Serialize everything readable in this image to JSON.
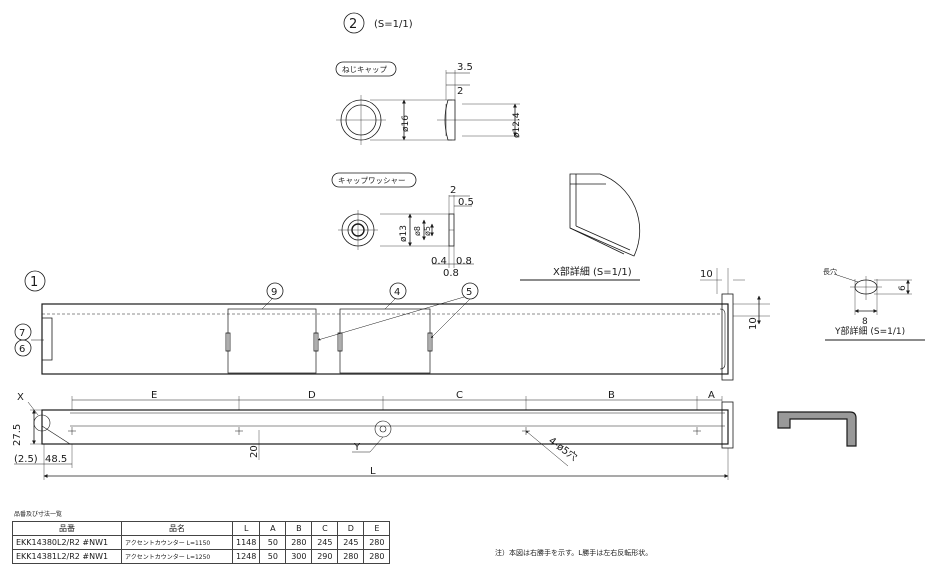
{
  "view2": {
    "number": "2",
    "scale": "(S=1/1)"
  },
  "screw_cap": {
    "label": "ねじキャップ",
    "dim_t1": "3.5",
    "dim_t2": "2",
    "dim_d": "ø16",
    "dim_d2": "ø12.4"
  },
  "washer": {
    "label": "キャップワッシャー",
    "dim_t1": "2",
    "dim_t2": "0.5",
    "dim_d": "ø13",
    "dim_d2": "ø8",
    "dim_d3": "ø5",
    "dim_b1": "0.4",
    "dim_b2": "0.8",
    "dim_b3": "0.8"
  },
  "detail_x": {
    "label": "X部詳細 (S=1/1)"
  },
  "detail_y": {
    "label": "Y部詳細 (S=1/1)",
    "slot_label": "長穴",
    "dim_w": "8",
    "dim_h": "6"
  },
  "view1": {
    "number": "1"
  },
  "balloons": {
    "b4": "4",
    "b5": "5",
    "b6": "6",
    "b7": "7",
    "b9": "9"
  },
  "dims": {
    "top_10": "10",
    "side_10": "10",
    "E": "E",
    "D": "D",
    "C": "C",
    "B": "B",
    "A": "A",
    "X": "X",
    "Y": "Y",
    "h27_5": "27.5",
    "d2_5": "(2.5)",
    "d48_5": "48.5",
    "d20": "20",
    "L": "L",
    "holes": "4-ø5穴"
  },
  "table": {
    "title": "品番及び寸法一覧",
    "headers": [
      "品番",
      "品名",
      "L",
      "A",
      "B",
      "C",
      "D",
      "E"
    ],
    "rows": [
      [
        "EKK14380L2/R2 #NW1",
        "アクセントカウンター L=1150",
        "1148",
        "50",
        "280",
        "245",
        "245",
        "280"
      ],
      [
        "EKK14381L2/R2 #NW1",
        "アクセントカウンター L=1250",
        "1248",
        "50",
        "300",
        "290",
        "280",
        "280"
      ]
    ]
  },
  "note": "注）本図は右勝手を示す。L勝手は左右反転形状。"
}
